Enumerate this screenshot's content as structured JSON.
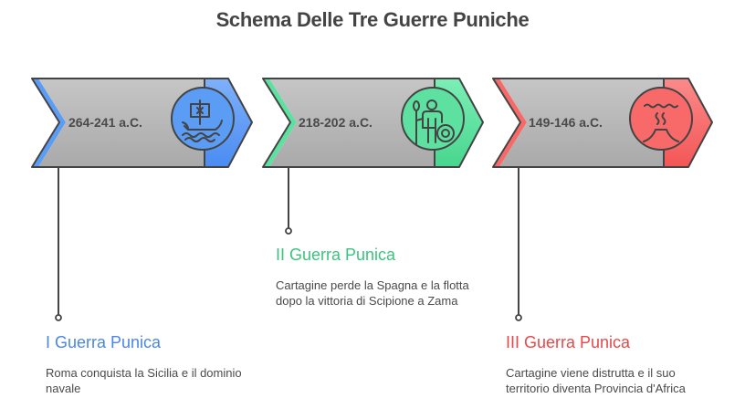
{
  "title": "Schema Delle Tre Guerre Puniche",
  "colors": {
    "blue": "#5B9CF5",
    "green": "#5EE0A0",
    "red": "#F86A6A",
    "body_gray": "#B8B8B8",
    "stroke": "#444444",
    "text": "#4a4a4a"
  },
  "wars": [
    {
      "date": "264-241 a.C.",
      "icon": "ship-icon",
      "heading": "I Guerra Punica",
      "heading_color": "#4A86E8",
      "description": "Roma conquista la Sicilia e il dominio navale"
    },
    {
      "date": "218-202 a.C.",
      "icon": "soldier-shield-icon",
      "heading": "II Guerra Punica",
      "heading_color": "#3CC47E",
      "description": "Cartagine perde la Spagna e la flotta dopo la vittoria di Scipione a Zama"
    },
    {
      "date": "149-146 a.C.",
      "icon": "destroyed-city-icon",
      "heading": "III Guerra Punica",
      "heading_color": "#E8484A",
      "description": "Cartagine viene distrutta e il suo territorio diventa Provincia d'Africa"
    }
  ]
}
